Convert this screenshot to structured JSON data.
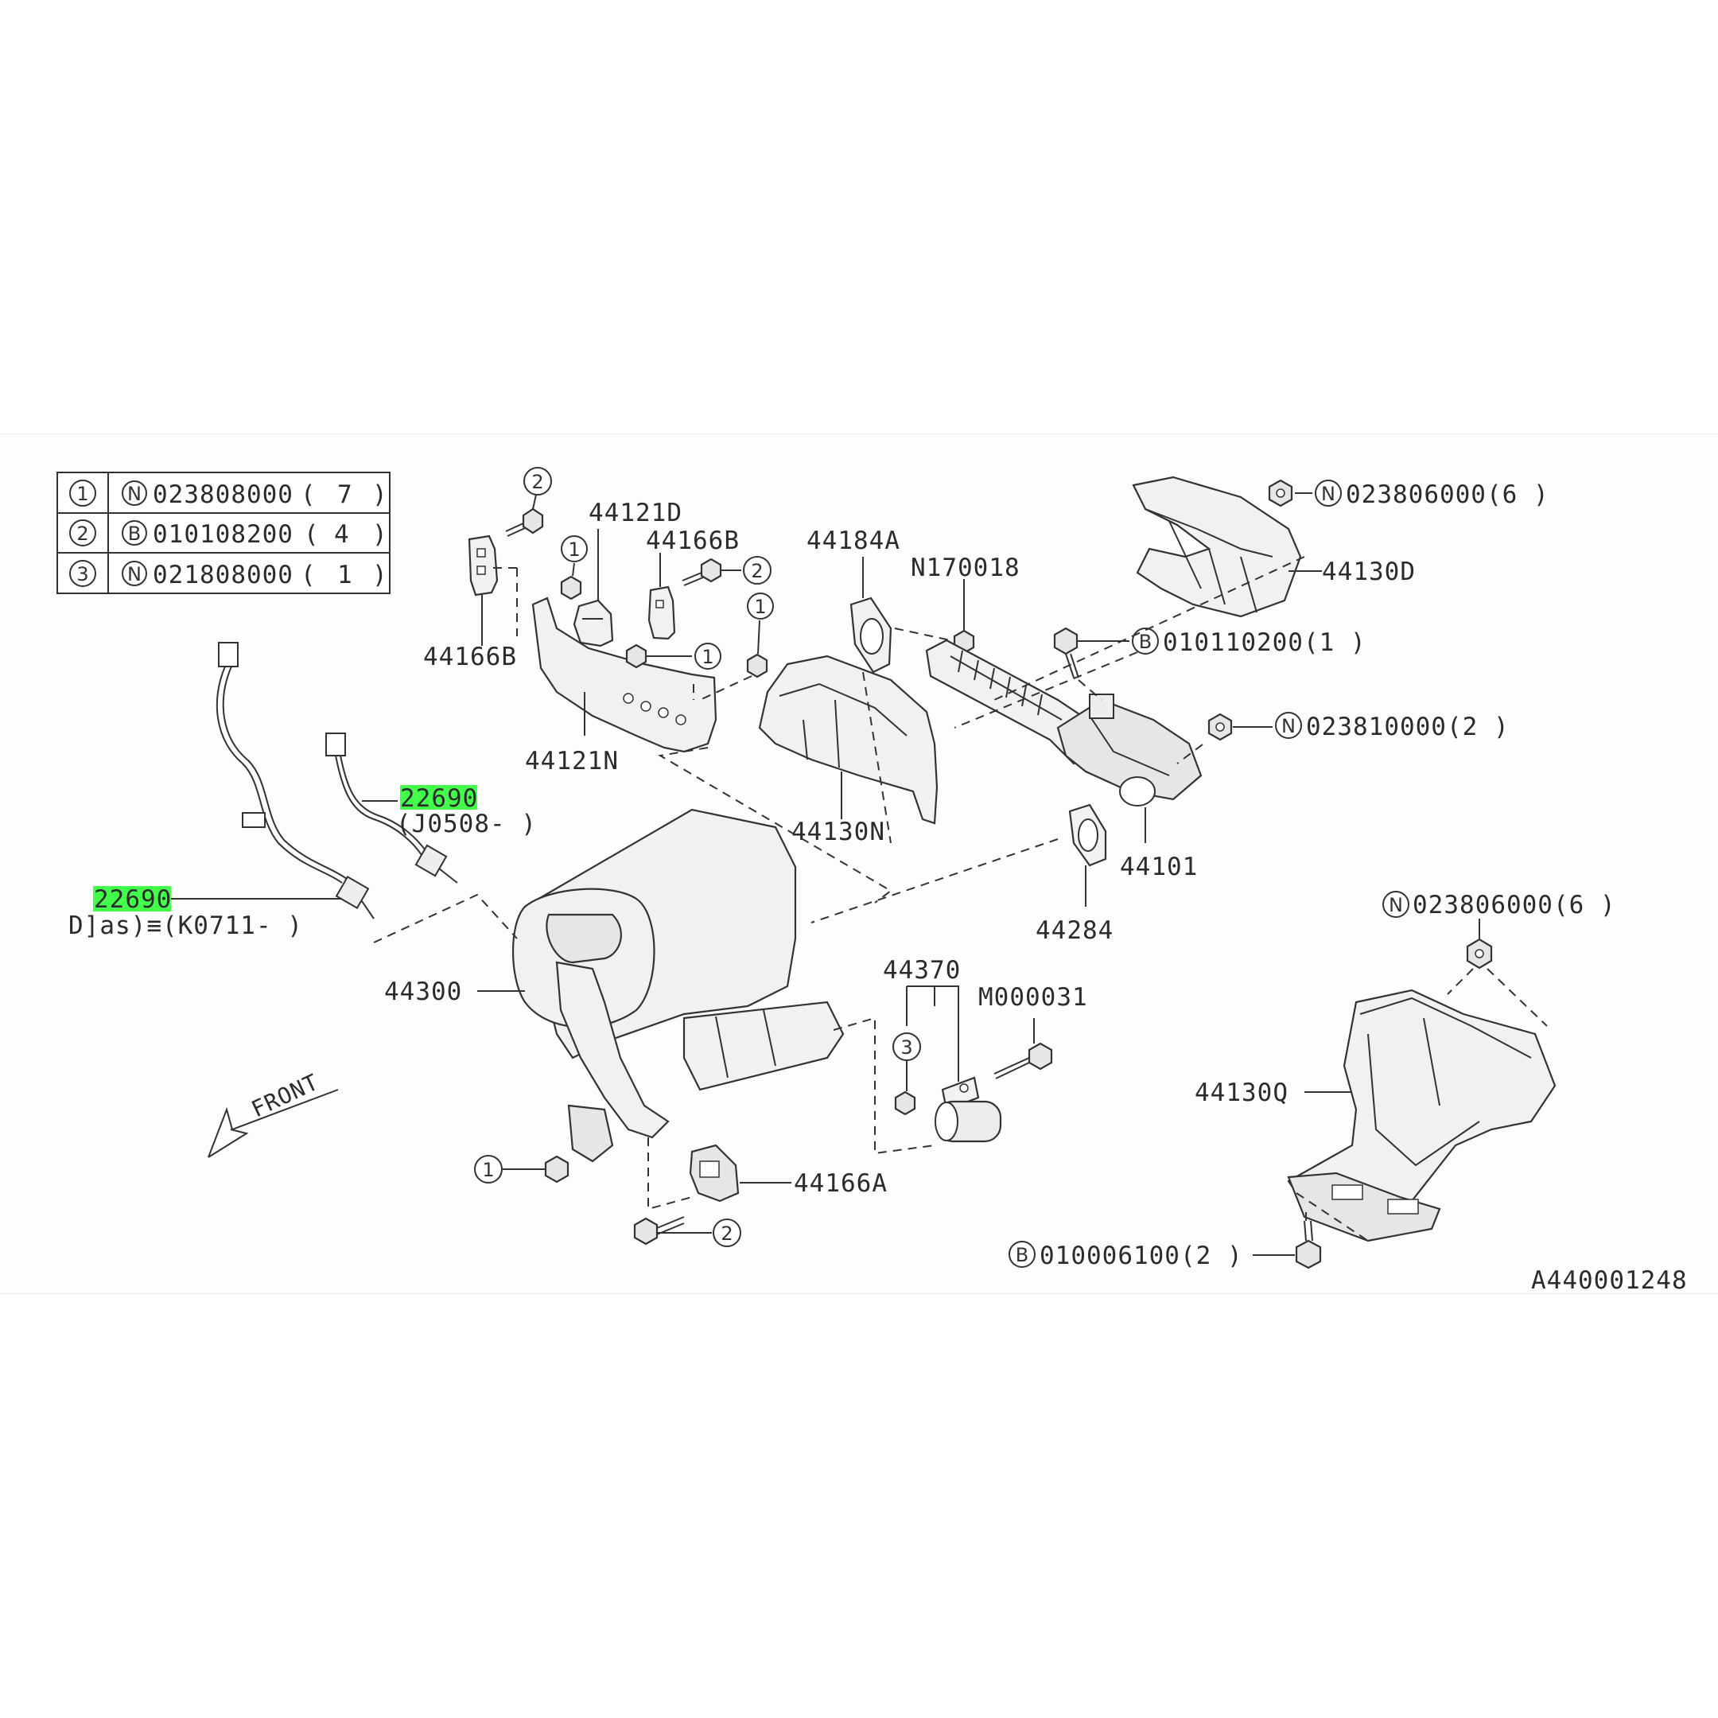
{
  "legend": [
    {
      "ref": "1",
      "type": "N",
      "part": "023808000",
      "qty": "7"
    },
    {
      "ref": "2",
      "type": "B",
      "part": "010108200",
      "qty": "4"
    },
    {
      "ref": "3",
      "type": "N",
      "part": "021808000",
      "qty": "1"
    }
  ],
  "labels": {
    "p44121d": "44121D",
    "p44166b_top": "44166B",
    "p44166b_left": "44166B",
    "p44184a": "44184A",
    "n170018": "N170018",
    "p44130d": "44130D",
    "nut_023806000_top": "023806000(6 )",
    "bolt_010110200": "010110200(1 )",
    "nut_023810000": "023810000(2 )",
    "p44121n": "44121N",
    "p44130n": "44130N",
    "p44101": "44101",
    "p44284": "44284",
    "sensor_upper_part": "22690",
    "sensor_upper_code": "(J0508- )",
    "sensor_lower_part": "22690",
    "sensor_lower_code": "D]as)≡(K0711- )",
    "p44300": "44300",
    "p44370": "44370",
    "m000031": "M000031",
    "nut_023806000_right": "023806000(6 )",
    "p44130q": "44130Q",
    "p44166a": "44166A",
    "bolt_010006100": "010006100(2 )",
    "front": "FRONT",
    "diagram_id": "A440001248"
  },
  "callouts": {
    "one": "1",
    "two": "2",
    "three": "3",
    "n": "N",
    "b": "B"
  },
  "highlight_color": "#22ff2c"
}
